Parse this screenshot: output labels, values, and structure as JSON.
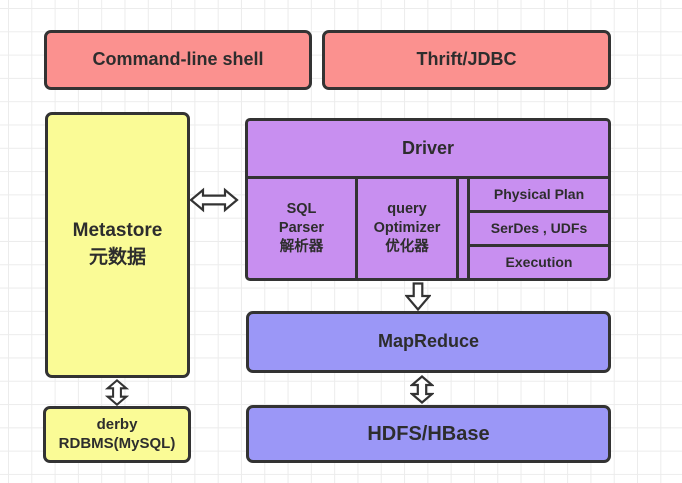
{
  "colors": {
    "canvas_bg": "#ffffff",
    "grid_line": "#ececec",
    "pink_fill": "#fb918f",
    "yellow_fill": "#fafb96",
    "purple_fill": "#c88ff0",
    "blue_fill": "#9b97f7",
    "border": "#333333",
    "text": "#2d2d2d",
    "arrow_fill": "#ffffff"
  },
  "nodes": {
    "command_line_shell": {
      "label": "Command-line shell"
    },
    "thrift_jdbc": {
      "label": "Thrift/JDBC"
    },
    "metastore": {
      "line1": "Metastore",
      "line2": "元数据"
    },
    "driver": {
      "label": "Driver"
    },
    "sql_parser": {
      "line1": "SQL",
      "line2": "Parser",
      "line3": "解析器"
    },
    "query_optimizer": {
      "line1": "query",
      "line2": "Optimizer",
      "line3": "优化器"
    },
    "physical_plan": {
      "label": "Physical Plan"
    },
    "serdes_udfs": {
      "label": "SerDes , UDFs"
    },
    "execution": {
      "label": "Execution"
    },
    "mapreduce": {
      "label": "MapReduce"
    },
    "hdfs_hbase": {
      "label": "HDFS/HBase"
    },
    "derby_rdbms": {
      "line1": "derby",
      "line2": "RDBMS(MySQL)"
    }
  },
  "connectors": {
    "metastore_driver": "horizontal-double-arrow",
    "driver_mapreduce": "down-arrow",
    "mapreduce_hdfs": "vertical-double-arrow",
    "metastore_derby": "vertical-double-arrow"
  }
}
